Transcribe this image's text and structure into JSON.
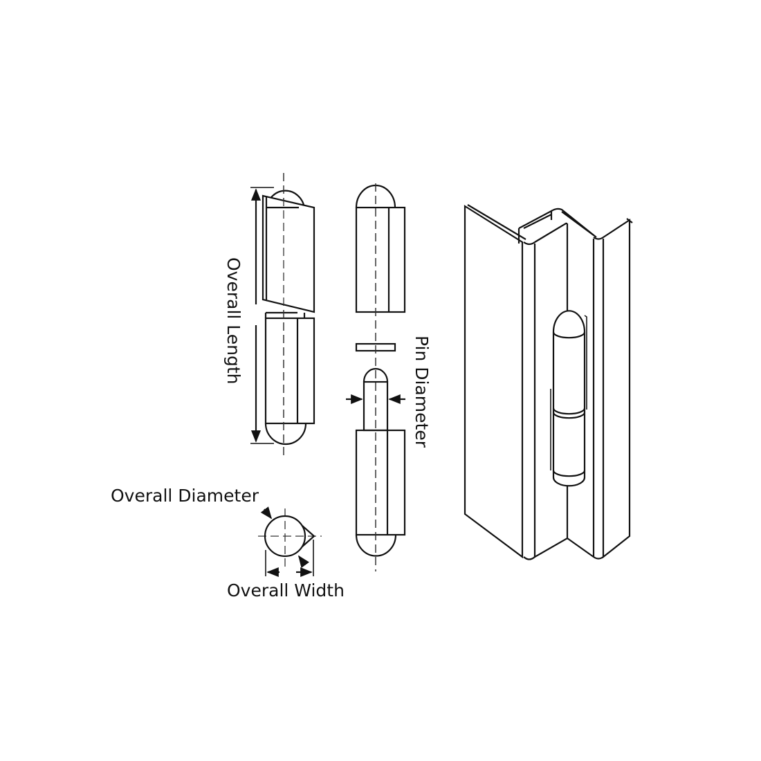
{
  "labels": {
    "overall_length": "Overall Length",
    "pin_diameter": "Pin Diameter",
    "overall_diameter": "Overall Diameter",
    "overall_width": "Overall Width"
  },
  "colors": {
    "line": "#111111",
    "background": "#ffffff"
  }
}
